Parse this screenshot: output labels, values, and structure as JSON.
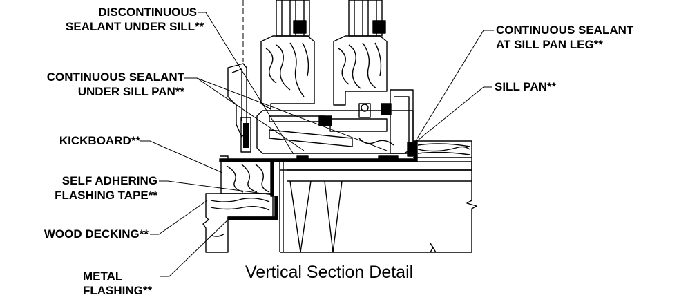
{
  "labels": {
    "discontinuous_sealant": [
      "DISCONTINUOUS",
      "SEALANT UNDER SILL**"
    ],
    "continuous_sealant_under_sill_pan": [
      "CONTINUOUS SEALANT",
      "UNDER SILL PAN**"
    ],
    "kickboard": [
      "KICKBOARD**"
    ],
    "self_adhering_flashing": [
      "SELF ADHERING",
      "FLASHING TAPE**"
    ],
    "wood_decking": [
      "WOOD DECKING**"
    ],
    "metal_flashing": [
      "METAL",
      "FLASHING**"
    ],
    "continuous_sealant_sill_pan_leg": [
      "CONTINUOUS SEALANT",
      "AT SILL PAN LEG**"
    ],
    "sill_pan": [
      "SILL PAN**"
    ]
  },
  "caption": "Vertical Section Detail",
  "colors": {
    "ink": "#000000",
    "paper": "#ffffff"
  }
}
